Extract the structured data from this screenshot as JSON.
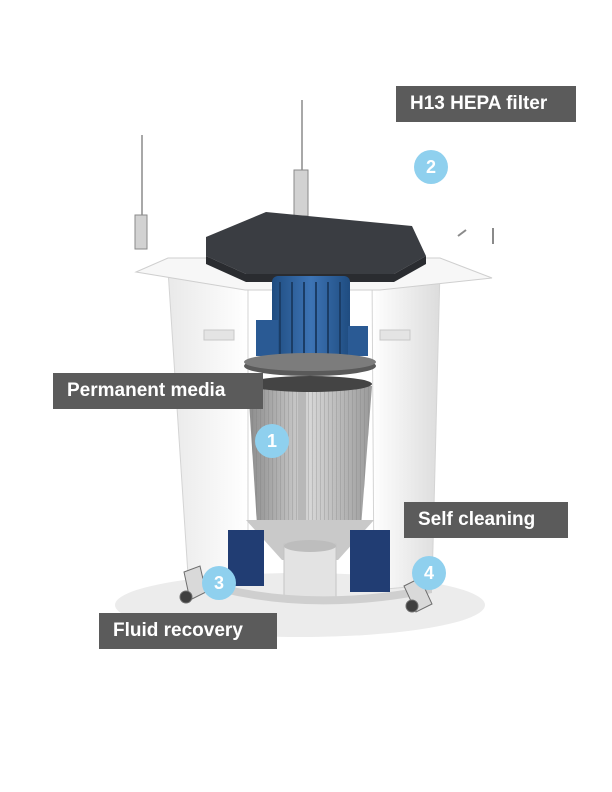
{
  "labels": {
    "hepa": "H13 HEPA filter",
    "permanent": "Permanent media",
    "self_cleaning": "Self cleaning",
    "fluid": "Fluid recovery"
  },
  "badges": {
    "one": "1",
    "two": "2",
    "three": "3",
    "four": "4"
  },
  "colors": {
    "label_bg": "#5b5b5b",
    "badge": "#8fd0ee",
    "motor": "#2f5f9a",
    "housing": "#f2f2f2",
    "lid": "#3a3d42"
  }
}
